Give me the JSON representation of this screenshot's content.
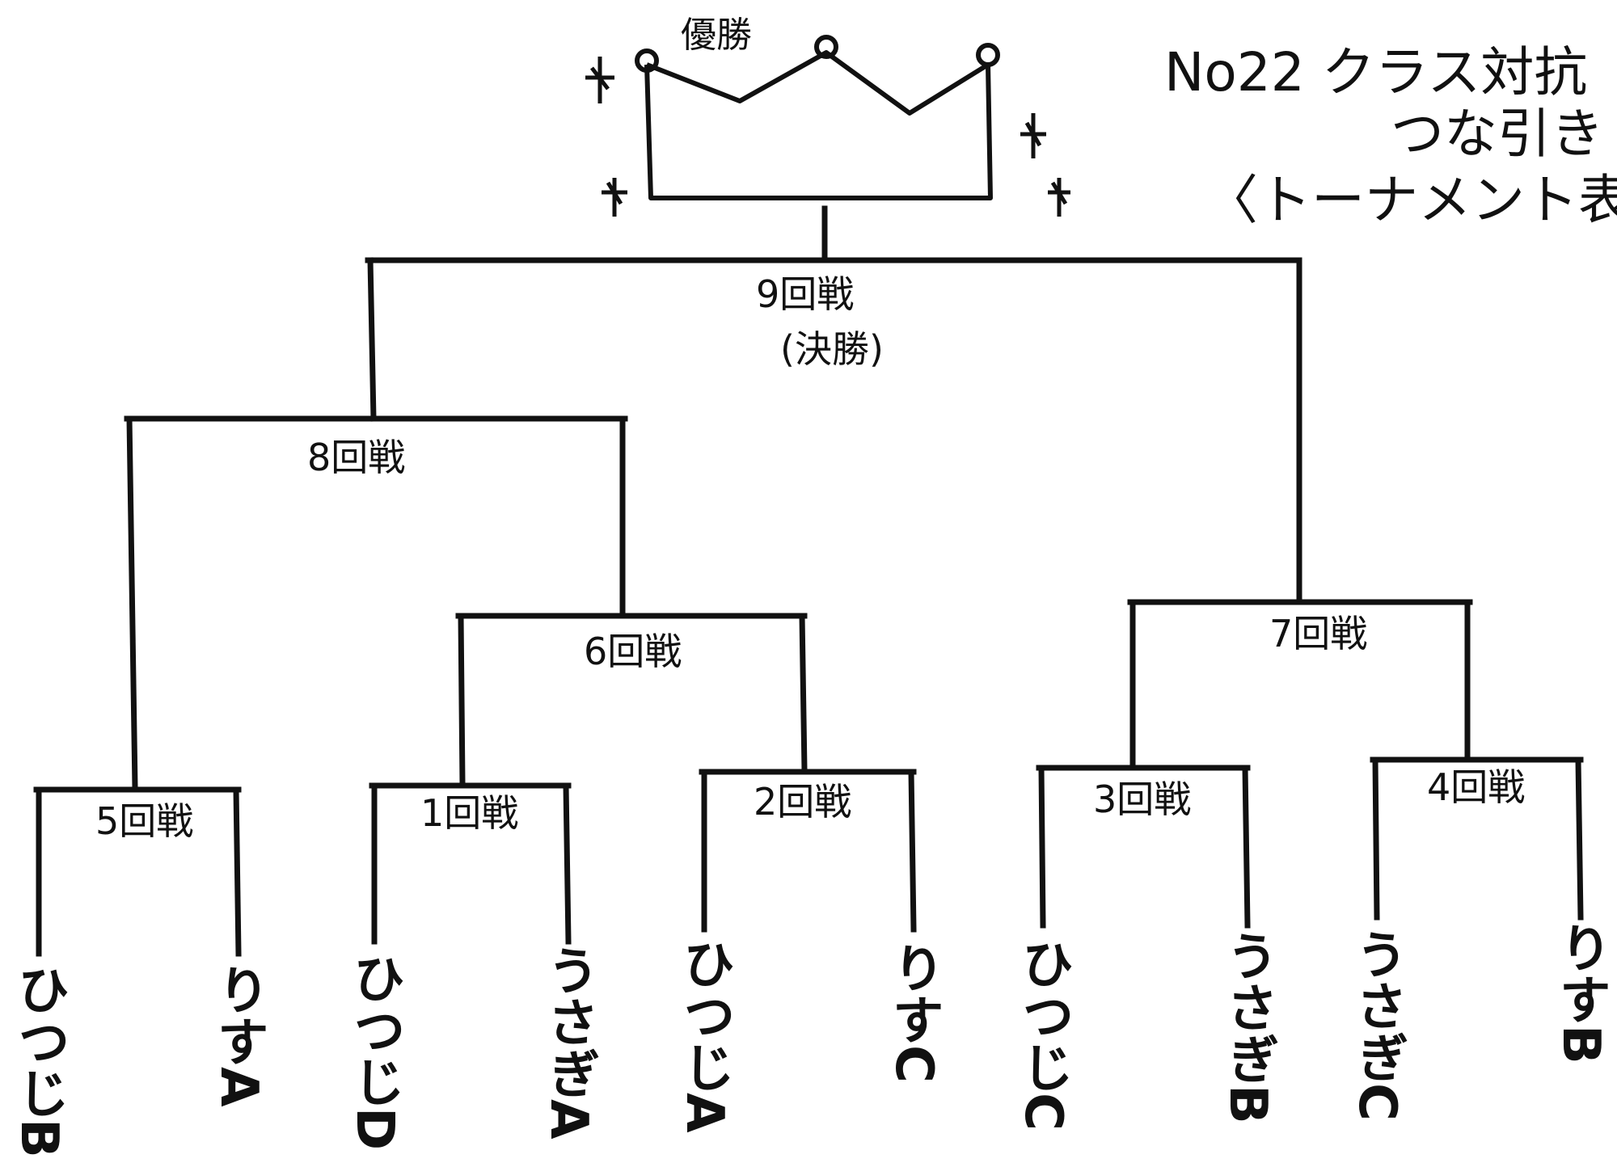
{
  "title": {
    "line1": "No22 クラス対抗",
    "line2": "つな引き",
    "line3": "〈トーナメント表〉"
  },
  "crown_label": "優勝",
  "rounds": {
    "r1": "1回戦",
    "r2": "2回戦",
    "r3": "3回戦",
    "r4": "4回戦",
    "r5": "5回戦",
    "r6": "6回戦",
    "r7": "7回戦",
    "r8": "8回戦",
    "r9": "9回戦",
    "r9_sub": "(決勝)"
  },
  "teams": [
    "ひつじB",
    "りすA",
    "ひつじD",
    "うさぎA",
    "ひつじA",
    "りすC",
    "ひつじC",
    "うさぎB",
    "うさぎC",
    "りすB"
  ]
}
